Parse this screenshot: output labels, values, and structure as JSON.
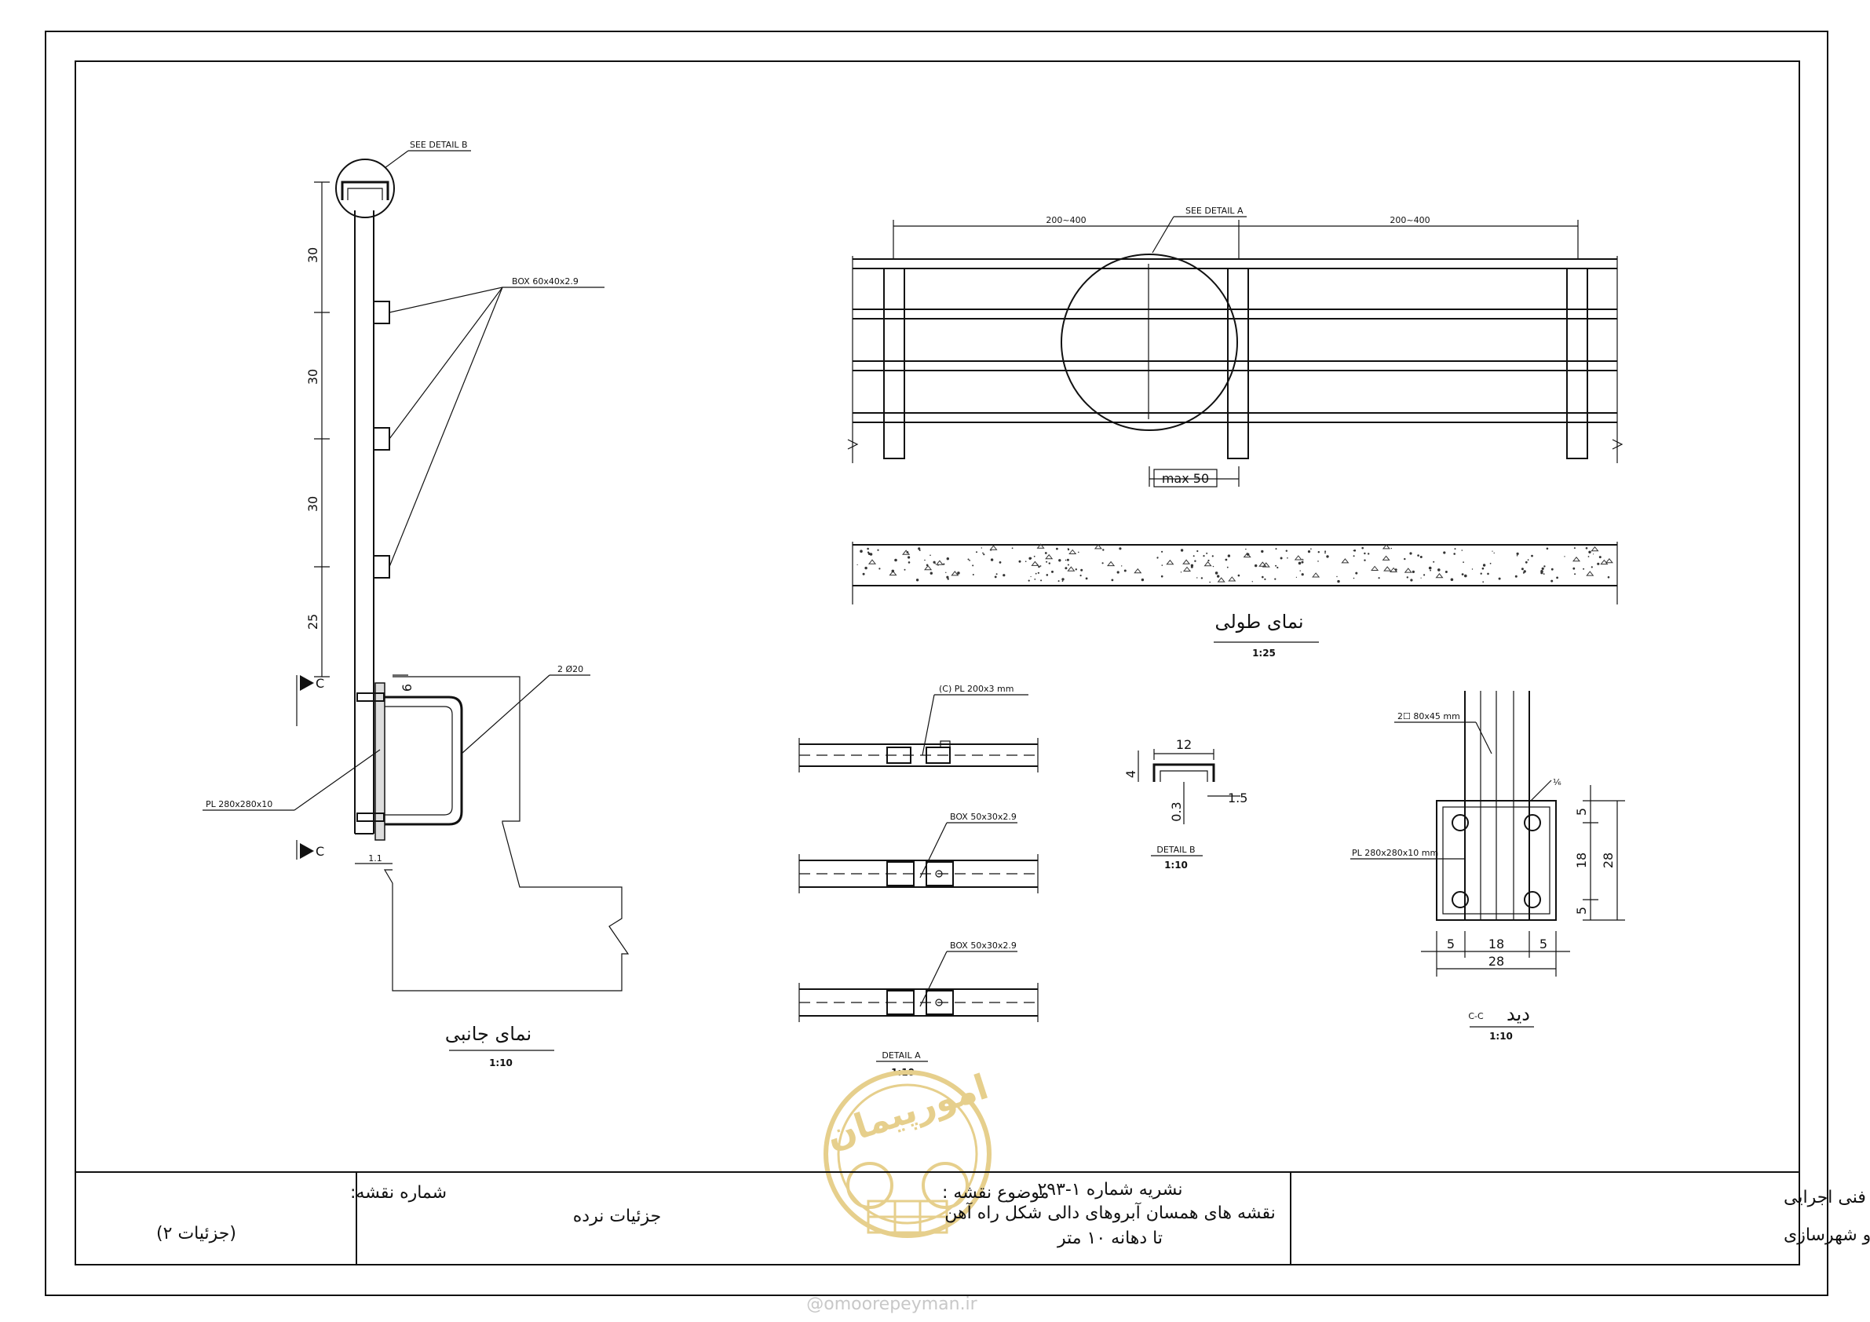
{
  "labels": {
    "see_detail_b": "SEE DETAIL B",
    "see_detail_a": "SEE DETAIL A",
    "box_60x40": "BOX 60x40x2.9",
    "two_phi20": "2 Ø20",
    "pl_280_side": "PL 280x280x10",
    "section_c": "C",
    "span_left": "200~400",
    "span_right": "200~400",
    "max_gap": "max 50",
    "pl_200x3": "(C) PL 200x3 mm",
    "box_50x30_a": "BOX 50x30x2.9",
    "box_50x30_b": "BOX 50x30x2.9",
    "two_box_80x45": "2☐ 80x45 mm",
    "pl_280_cc": "PL 280x280x10 mm",
    "weld": "⅙"
  },
  "dims": {
    "side": [
      "30",
      "30",
      "30",
      "25"
    ],
    "side_small": [
      "6",
      "1.1"
    ],
    "detail_b": [
      "12",
      "4",
      "1.5",
      "0.3"
    ],
    "cc_vertical": [
      "5",
      "18",
      "5",
      "28"
    ],
    "cc_horizontal": [
      "5",
      "18",
      "5",
      "28"
    ]
  },
  "views": {
    "side": {
      "title": "نمای جانبی",
      "scale": "1:10"
    },
    "longitudinal": {
      "title": "نمای طولی",
      "scale": "1:25"
    },
    "detail_a": {
      "title": "DETAIL A",
      "scale": "1:10"
    },
    "detail_b": {
      "title": "DETAIL B",
      "scale": "1:10"
    },
    "section_cc": {
      "title": "دید",
      "code": "C-C",
      "scale": "1:10"
    }
  },
  "title_block": {
    "org_line1": "سازمان مدیریت و برنامه ریزی کشور ـ امور نظام فنی اجرایی",
    "org_line2": "وزارت راه و شهرسازی ـ مرکز تحقیقات راه مسکن و شهرسازی",
    "pub_line1": "نشریه شماره ۱-۲۹۳",
    "pub_line2": "نقشه های همسان آبروهای دالی شکل راه آهن",
    "pub_line3": "تا دهانه ۱۰ متر",
    "subject_label": "موضوع نقشه :",
    "subject_value": "جزئیات نرده",
    "number_label": "شماره نقشه:",
    "number_value": "(جزئیات ۲)"
  },
  "watermark": {
    "logo_text": "امورپیمان",
    "url": "@omoorepeyman.ir"
  }
}
